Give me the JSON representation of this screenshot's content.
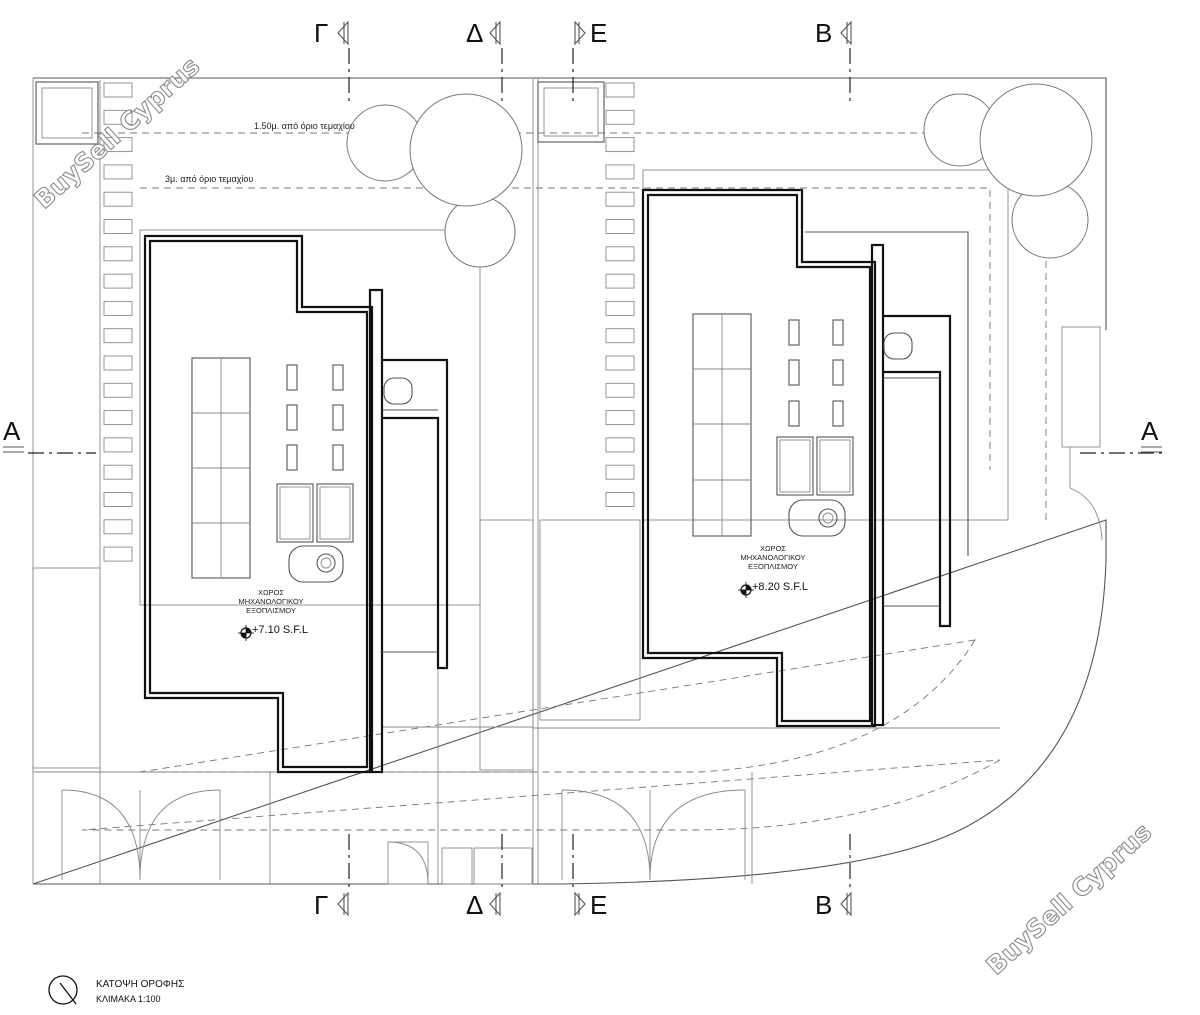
{
  "section_markers": {
    "gamma": "Γ",
    "delta": "Δ",
    "epsilon": "Ε",
    "beta": "Β",
    "alpha": "Α"
  },
  "setback_labels": {
    "outer": "1.50μ. από όριο τεμαχίου",
    "inner": "3μ. από όριο τεμαχίου"
  },
  "rooms": {
    "left": {
      "lines": [
        "ΧΩΡΟΣ",
        "ΜΗΧΑΝΟΛΟΓΙΚΟΥ",
        "ΕΞΟΠΛΙΣΜΟΥ"
      ],
      "level": "+7.10 S.F.L"
    },
    "right": {
      "lines": [
        "ΧΩΡΟΣ",
        "ΜΗΧΑΝΟΛΟΓΙΚΟΥ",
        "ΕΞΟΠΛΙΣΜΟΥ"
      ],
      "level": "+8.20 S.F.L"
    }
  },
  "drawing": {
    "title": "ΚΑΤΟΨΗ ΟΡΟΦΗΣ",
    "scale": "ΚΛΙΜΑΚΑ 1:100"
  },
  "watermark": "BuySell Cyprus",
  "colors": {
    "line": "#111111",
    "thin_line": "#8a8a8a",
    "background": "#ffffff"
  }
}
